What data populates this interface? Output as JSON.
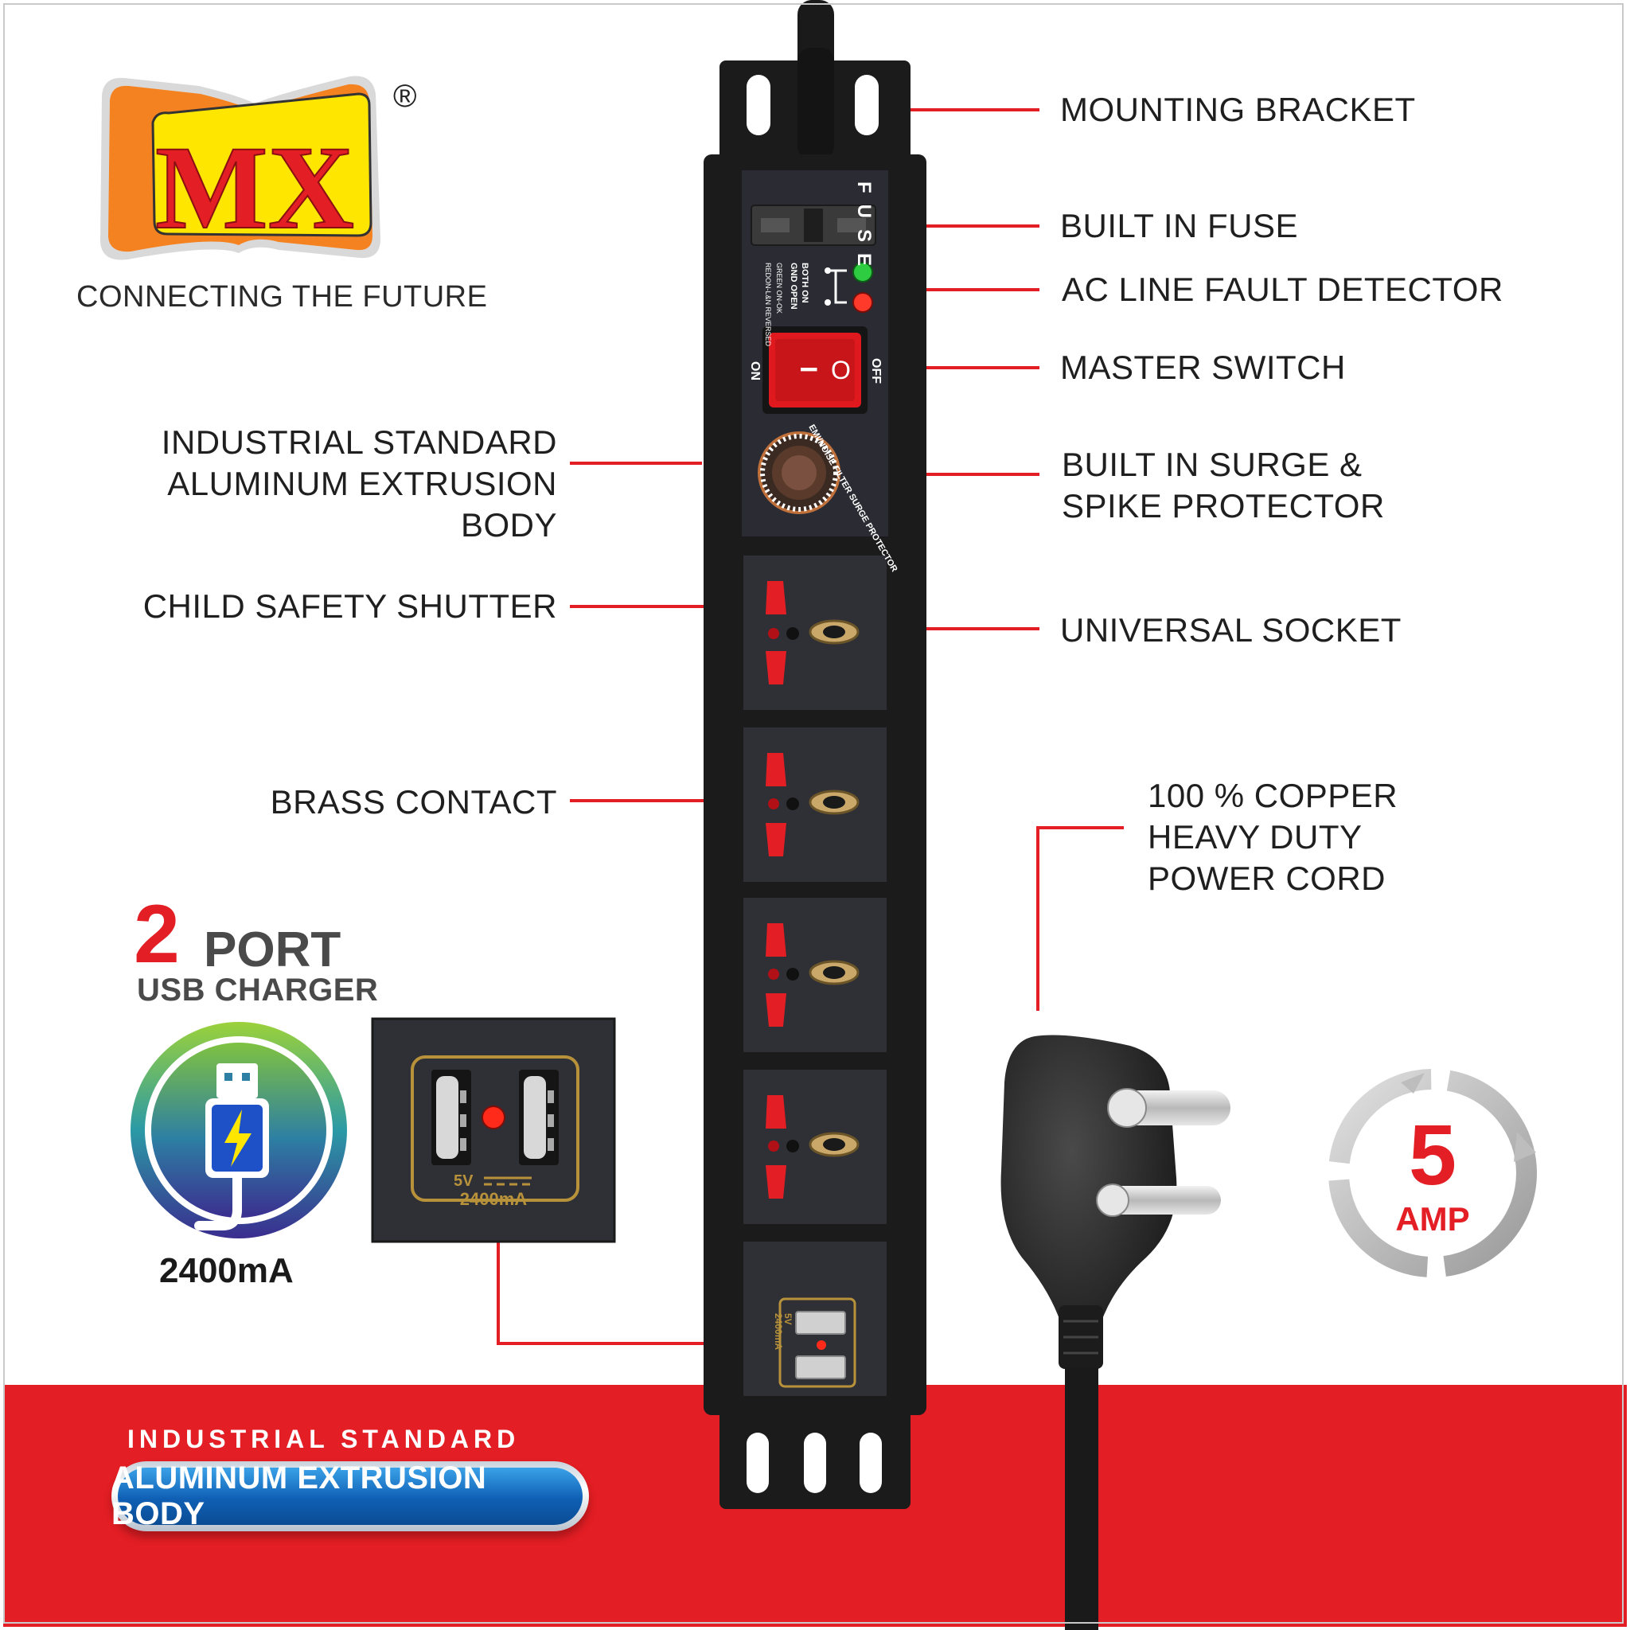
{
  "brand": {
    "logo_text": "MX",
    "registered_mark": "®",
    "tagline": "CONNECTING THE FUTURE"
  },
  "labels": {
    "mounting_bracket": "MOUNTING  BRACKET",
    "built_in_fuse": "BUILT IN FUSE",
    "fault_detector": "AC LINE FAULT DETECTOR",
    "master_switch": "MASTER SWITCH",
    "surge_line1": "BUILT IN SURGE &",
    "surge_line2": "SPIKE PROTECTOR",
    "body_line1": "INDUSTRIAL STANDARD",
    "body_line2": "ALUMINUM EXTRUSION BODY",
    "child_safety": "CHILD SAFETY SHUTTER",
    "universal_socket": "UNIVERSAL SOCKET",
    "brass_contact": "BRASS CONTACT",
    "cord_line1": "100 % COPPER",
    "cord_line2": "HEAVY DUTY",
    "cord_line3": "POWER CORD"
  },
  "device": {
    "fuse_text": "FUSE",
    "indicator_line1": "BOTH  ON",
    "indicator_line2": "GND OPEN",
    "indicator_line3": "GREEN ON-OK",
    "indicator_line4": "REDON-L&N REVERSED",
    "switch_on": "ON",
    "switch_off": "OFF",
    "switch_i": "I",
    "switch_o": "O",
    "surge_ring_text": "EMI/NOISE FILTER SURGE PROTECTOR",
    "usb_rating_v": "5V",
    "usb_rating_ma": "2400mA"
  },
  "usb_badge": {
    "count": "2",
    "port": "PORT",
    "charger": "USB CHARGER",
    "current": "2400mA"
  },
  "usb_panel": {
    "rating_v": "5V",
    "rating_ma": "2400mA"
  },
  "amp_badge": {
    "value": "5",
    "unit": "AMP"
  },
  "banner": {
    "top_text": "INDUSTRIAL STANDARD",
    "pill_text": "ALUMINUM EXTRUSION BODY"
  },
  "colors": {
    "accent_red": "#e31e24",
    "body_black": "#1b1b1b",
    "panel_dark": "#2f3036",
    "brand_yellow": "#ffe600",
    "brand_orange": "#f58220",
    "pill_blue": "#0f5fb4"
  }
}
